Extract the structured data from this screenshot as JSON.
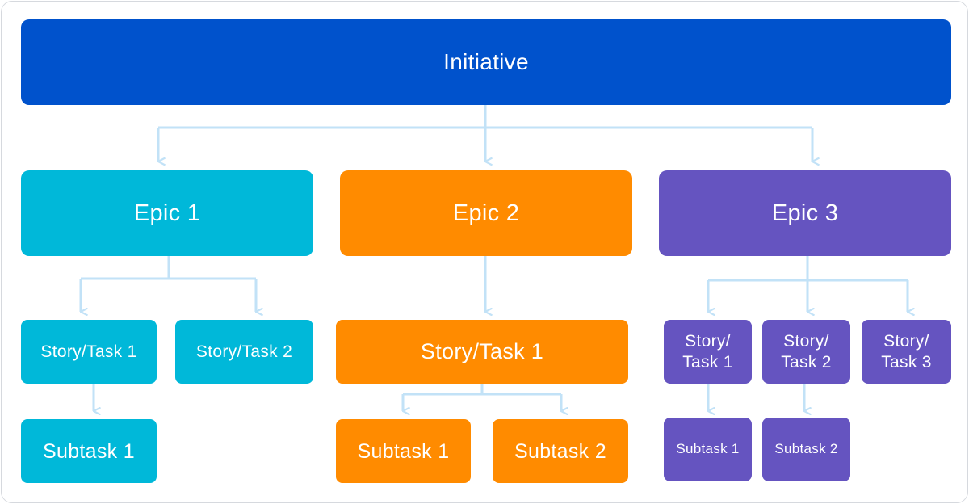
{
  "colors": {
    "initiative": "#0052CC",
    "cyan": "#00B8D9",
    "orange": "#FF8B00",
    "purple": "#6554C0",
    "connector": "#C2E2F7"
  },
  "initiative": {
    "label": "Initiative"
  },
  "epic1": {
    "label": "Epic 1",
    "stories": [
      "Story/Task 1",
      "Story/Task 2"
    ],
    "subtasks": [
      "Subtask 1"
    ]
  },
  "epic2": {
    "label": "Epic 2",
    "stories": [
      "Story/Task 1"
    ],
    "subtasks": [
      "Subtask 1",
      "Subtask 2"
    ]
  },
  "epic3": {
    "label": "Epic 3",
    "stories": [
      {
        "line1": "Story/",
        "line2": "Task 1"
      },
      {
        "line1": "Story/",
        "line2": "Task 2"
      },
      {
        "line1": "Story/",
        "line2": "Task 3"
      }
    ],
    "subtasks": [
      "Subtask 1",
      "Subtask 2"
    ]
  }
}
